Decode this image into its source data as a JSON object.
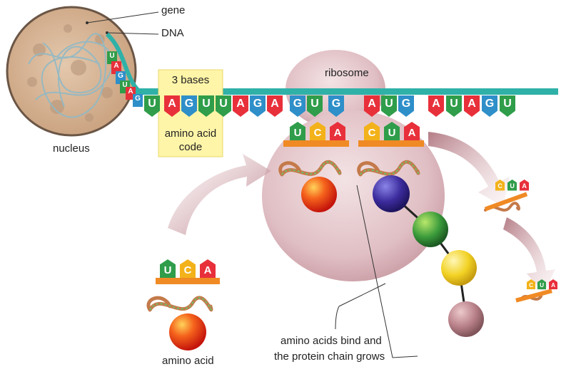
{
  "labels": {
    "gene": "gene",
    "dna": "DNA",
    "nucleus": "nucleus",
    "ribosome": "ribosome",
    "three_bases": "3 bases",
    "amino_acid_code_line1": "amino acid",
    "amino_acid_code_line2": "code",
    "amino_acid": "amino acid",
    "chain_caption_line1": "amino acids bind and",
    "chain_caption_line2": "the protein chain grows"
  },
  "mrna_sequence": [
    "U",
    "A",
    "G",
    "U",
    "U",
    "A",
    "G",
    "A",
    "G",
    "U",
    "G",
    "A",
    "U",
    "G",
    "A",
    "U",
    "A",
    "G",
    "U"
  ],
  "strand_bases": [
    "U",
    "A",
    "G",
    "U",
    "A",
    "G"
  ],
  "anticodons": {
    "left": [
      "U",
      "C",
      "A"
    ],
    "middle_left": [
      "U",
      "C",
      "A"
    ],
    "middle_right": [
      "C",
      "U",
      "A"
    ],
    "right_top": [
      "C",
      "U",
      "A"
    ],
    "right_bottom": [
      "C",
      "U",
      "A"
    ]
  },
  "colors": {
    "A": "#e8303b",
    "U": "#2f9d4a",
    "G": "#2e8fc9",
    "C": "#f3b21a",
    "strand": "#2fb1a8",
    "ribosome": "#e2c3c8",
    "nucleus": "#d9b99c",
    "highlight_box": "#fff5a8",
    "bar": "#f08a24",
    "amino_red": "#e22b1c",
    "amino_blue": "#3b2b9c",
    "amino_green": "#3b9b3b",
    "amino_yellow": "#f2d224",
    "amino_mauve": "#b88088"
  }
}
